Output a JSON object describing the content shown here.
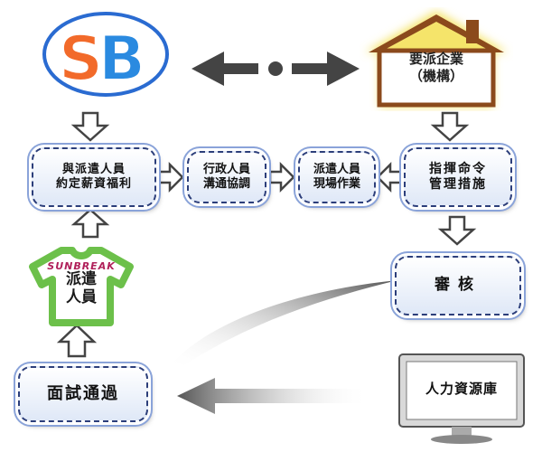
{
  "logo": {
    "text": "SB",
    "colors": {
      "ring": "#2a6bd1",
      "s": "#f26a2a",
      "b": "#2a8ae0"
    }
  },
  "client": {
    "line1": "要派企業",
    "line2": "（機構）"
  },
  "worker_shirt": {
    "brand": "SUNBREAK",
    "line1": "派遣",
    "line2": "人員",
    "color": "#6cc04a"
  },
  "steps": {
    "sign": {
      "line1": "與派遣人員",
      "line2": "約定薪資福利"
    },
    "admin": {
      "line1": "行政人員",
      "line2": "溝通協調"
    },
    "site": {
      "line1": "派遣人員",
      "line2": "現場作業"
    },
    "mgmt": {
      "line1": "指揮命令",
      "line2": "管理措施"
    },
    "review": {
      "label": "審核"
    },
    "interview": {
      "label": "面試通過"
    }
  },
  "talent_db": {
    "label": "人力資源庫"
  },
  "colors": {
    "node_border": "#2c3e7a",
    "arrow": "#555555",
    "house_glow": "#f5e46a",
    "house_roof": "#8b4a1c"
  }
}
